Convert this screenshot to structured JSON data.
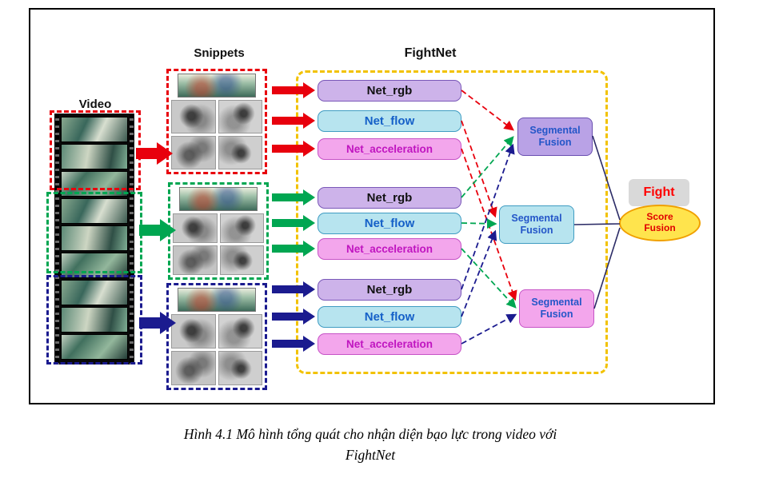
{
  "figure": {
    "labels": {
      "video": "Video",
      "snippets": "Snippets",
      "fightnet": "FightNet"
    },
    "nets": {
      "rgb": "Net_rgb",
      "flow": "Net_flow",
      "accel": "Net_acceleration"
    },
    "fusion": {
      "line1": "Segmental",
      "line2": "Fusion"
    },
    "fight": "Fight",
    "score": {
      "line1": "Score",
      "line2": "Fusion"
    },
    "colors": {
      "segment1": "#e8000d",
      "segment2": "#00a651",
      "segment3": "#1b1b8f",
      "fightnet_border": "#f2c200",
      "net_rgb_fill": "#cdb3ea",
      "net_flow_fill": "#b7e4ef",
      "net_accel_fill": "#f3a6ec",
      "fight_text": "#ff0000",
      "score_fill": "#ffe44d"
    }
  },
  "caption": {
    "line1": "Hình 4.1 Mô hình tổng quát cho nhận diện bạo lực trong video với",
    "line2": "FightNet"
  }
}
